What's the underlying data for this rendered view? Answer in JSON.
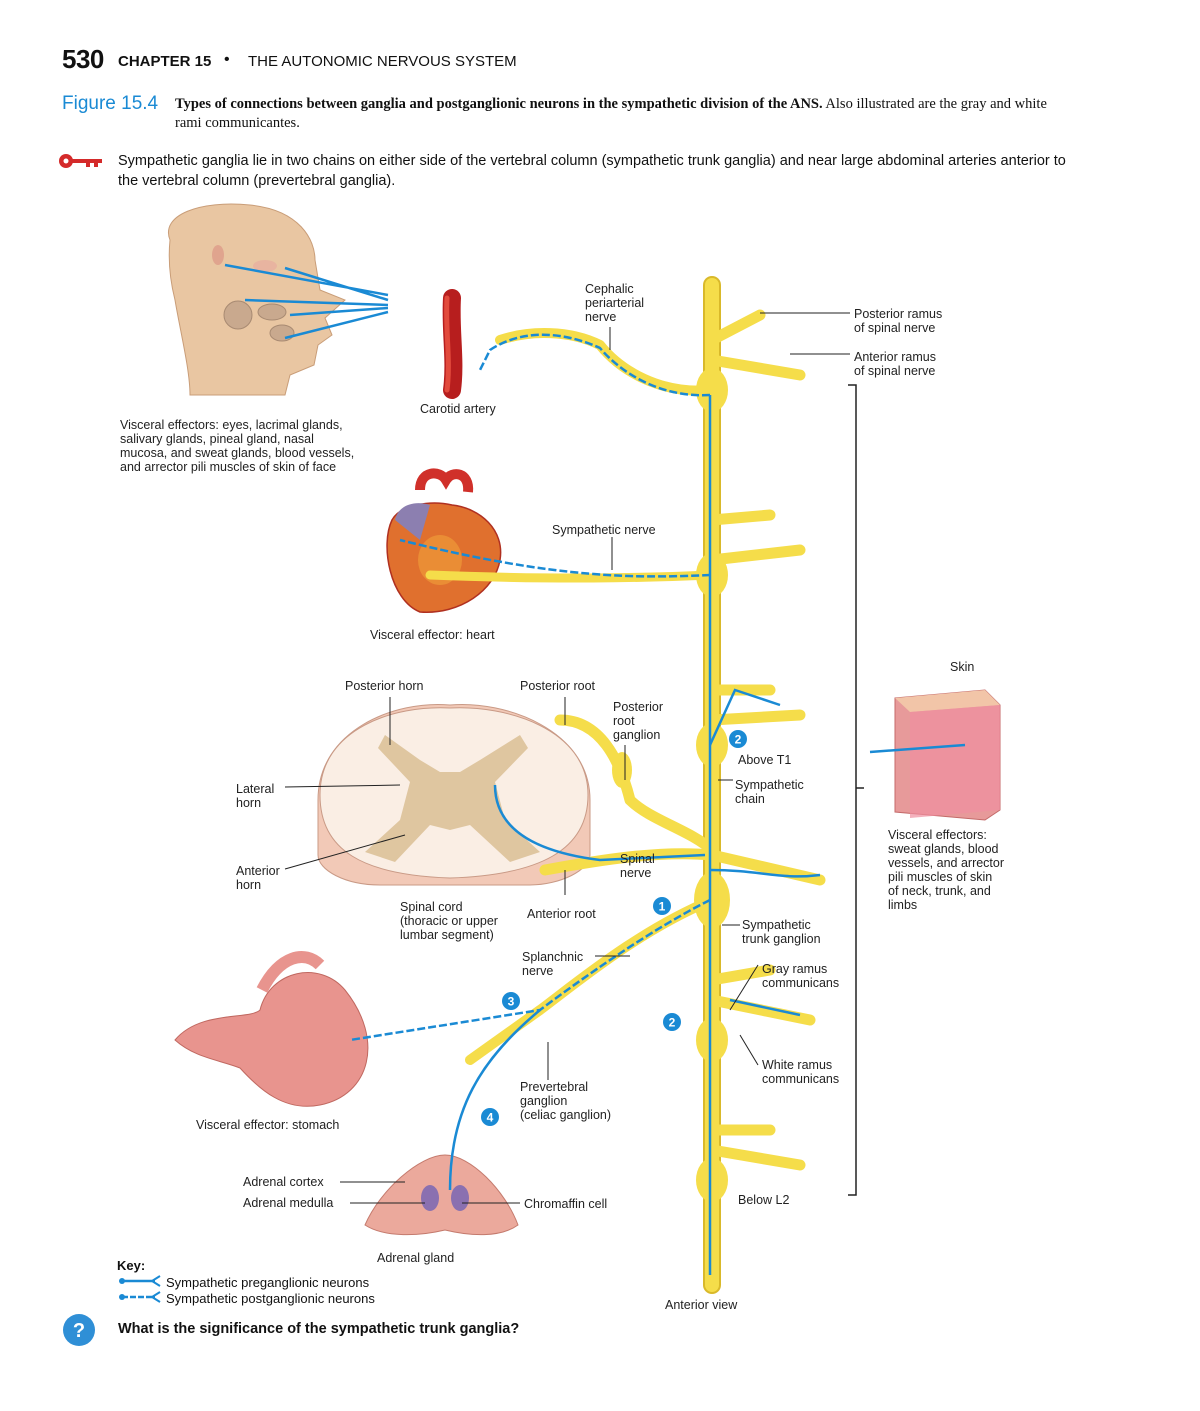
{
  "header": {
    "page_number": "530",
    "chapter": "CHAPTER 15",
    "bullet": "•",
    "chapter_title": "THE AUTONOMIC NERVOUS SYSTEM"
  },
  "figure": {
    "label": "Figure 15.4",
    "caption_bold": "Types of connections between ganglia and postganglionic neurons in the sympathetic division of the ANS.",
    "caption_rest": " Also illustrated are the gray and white rami communicantes.",
    "key_concept": "Sympathetic ganglia lie in two chains on either side of the vertebral column (sympathetic trunk ganglia) and near large abdominal arteries anterior to the vertebral column (prevertebral ganglia)."
  },
  "labels": {
    "visceral_face": "Visceral effectors: eyes, lacrimal glands,\nsalivary glands, pineal gland, nasal\nmucosa, and sweat glands, blood vessels,\nand arrector pili muscles of skin of face",
    "carotid": "Carotid artery",
    "cephalic": "Cephalic\nperiarterial\nnerve",
    "posterior_ramus": "Posterior ramus\nof spinal nerve",
    "anterior_ramus": "Anterior ramus\nof spinal nerve",
    "sympathetic_nerve": "Sympathetic nerve",
    "visceral_heart": "Visceral effector: heart",
    "skin": "Skin",
    "posterior_horn": "Posterior horn",
    "posterior_root": "Posterior root",
    "posterior_root_ganglion": "Posterior\nroot\nganglion",
    "above_t1": "Above T1",
    "sympathetic_chain": "Sympathetic\nchain",
    "lateral_horn": "Lateral\nhorn",
    "anterior_horn": "Anterior\nhorn",
    "spinal_nerve": "Spinal\nnerve",
    "visceral_skin": "Visceral effectors:\nsweat glands, blood\nvessels, and arrector\npili muscles of skin\nof neck, trunk, and\nlimbs",
    "spinal_cord": "Spinal cord\n(thoracic or upper\nlumbar segment)",
    "anterior_root": "Anterior root",
    "sympathetic_trunk_ganglion": "Sympathetic\ntrunk ganglion",
    "splanchnic": "Splanchnic\nnerve",
    "gray_ramus": "Gray ramus\ncommunicans",
    "white_ramus": "White ramus\ncommunicans",
    "prevertebral": "Prevertebral\nganglion\n(celiac ganglion)",
    "visceral_stomach": "Visceral effector: stomach",
    "adrenal_cortex": "Adrenal cortex",
    "adrenal_medulla": "Adrenal medulla",
    "chromaffin": "Chromaffin cell",
    "below_l2": "Below L2",
    "adrenal_gland": "Adrenal gland",
    "anterior_view": "Anterior view"
  },
  "markers": {
    "m1": "1",
    "m2a": "2",
    "m2b": "2",
    "m3": "3",
    "m4": "4"
  },
  "key": {
    "title": "Key:",
    "pre": "Sympathetic preganglionic neurons",
    "post": "Sympathetic postganglionic neurons"
  },
  "question": "What is the significance of the sympathetic trunk ganglia?",
  "colors": {
    "nerve": "#f5dd4a",
    "nerve_edge": "#d9b92a",
    "neuron": "#1a8ad4",
    "accent": "#1a8ad4",
    "key_icon": "#d42a2a"
  }
}
